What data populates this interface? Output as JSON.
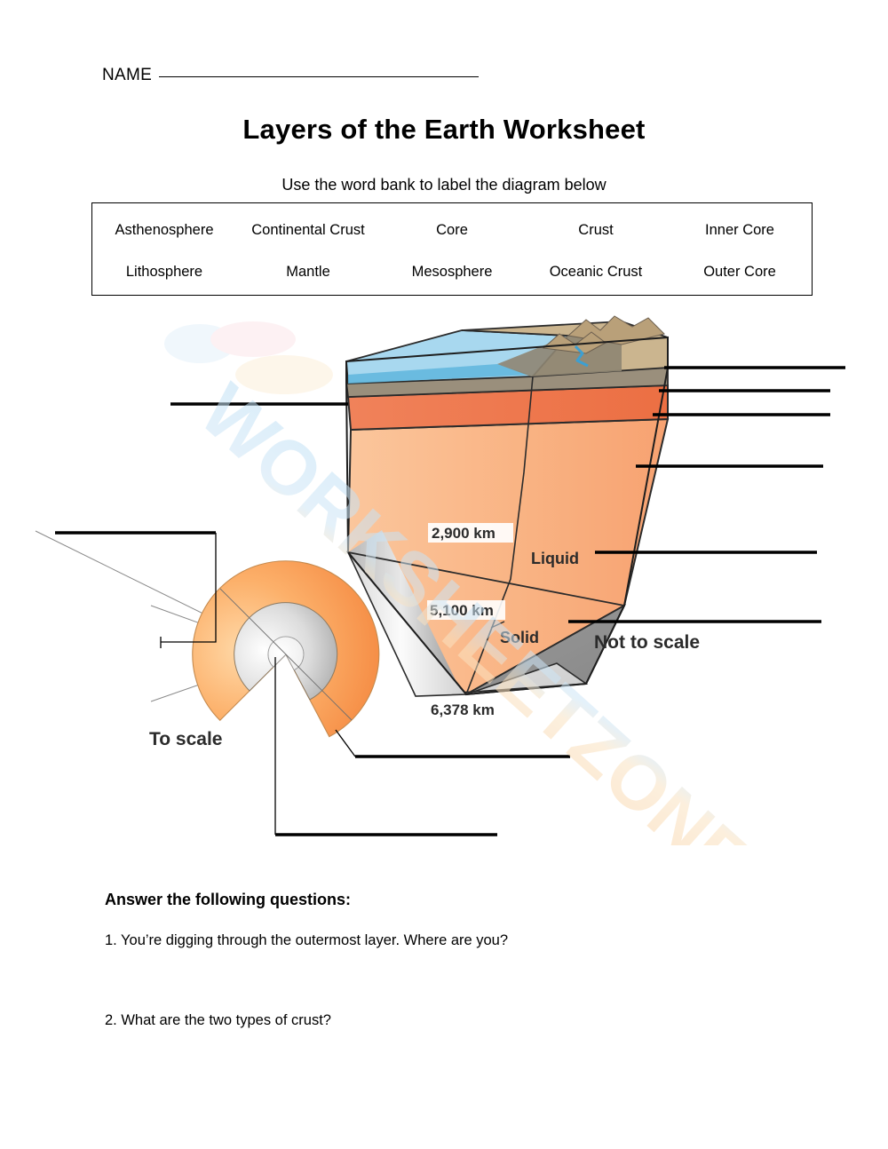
{
  "header": {
    "name_label": "NAME",
    "title": "Layers of the Earth Worksheet",
    "instruction": "Use the word bank to label the diagram below"
  },
  "word_bank": {
    "row1": [
      "Asthenosphere",
      "Continental Crust",
      "Core",
      "Crust",
      "Inner Core"
    ],
    "row2": [
      "Lithosphere",
      "Mantle",
      "Mesosphere",
      "Oceanic Crust",
      "Outer Core"
    ]
  },
  "diagram": {
    "depth_labels": [
      "2,900 km",
      "5,100 km",
      "6,378 km"
    ],
    "state_labels": [
      "Liquid",
      "Solid"
    ],
    "scale_note_not": "Not to scale",
    "scale_note_to": "To scale",
    "colors": {
      "ocean": "#97d2ec",
      "land": "#cbb692",
      "crust": "#8e8472",
      "lithosphere": "#ef7c50",
      "mantle": "#f7ab79",
      "outer_core": "#9d9d9d",
      "inner_core": "#e2e2e2",
      "sphere_mantle": "#f79killer"
    },
    "blank_line_count": 10
  },
  "watermark": {
    "text": "WORKSHEETZONE"
  },
  "answers": {
    "heading": "Answer the following questions:",
    "questions": [
      "1. You’re digging through the outermost layer. Where are you?",
      "2. What are the two types of crust?"
    ]
  }
}
